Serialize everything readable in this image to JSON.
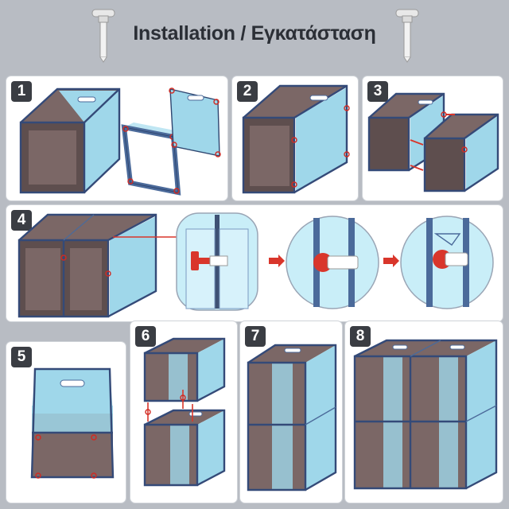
{
  "header": {
    "title": "Installation / Εγκατάσταση"
  },
  "steps": [
    {
      "number": "1"
    },
    {
      "number": "2"
    },
    {
      "number": "3"
    },
    {
      "number": "4"
    },
    {
      "number": "5"
    },
    {
      "number": "6"
    },
    {
      "number": "7"
    },
    {
      "number": "8"
    }
  ],
  "colors": {
    "background": "#b8bcc3",
    "panel": "#ffffff",
    "badge": "#3a3d43",
    "frame_blue": "#9fd7ea",
    "box_brown": "#7b6766",
    "accent_red": "#d9362b"
  }
}
